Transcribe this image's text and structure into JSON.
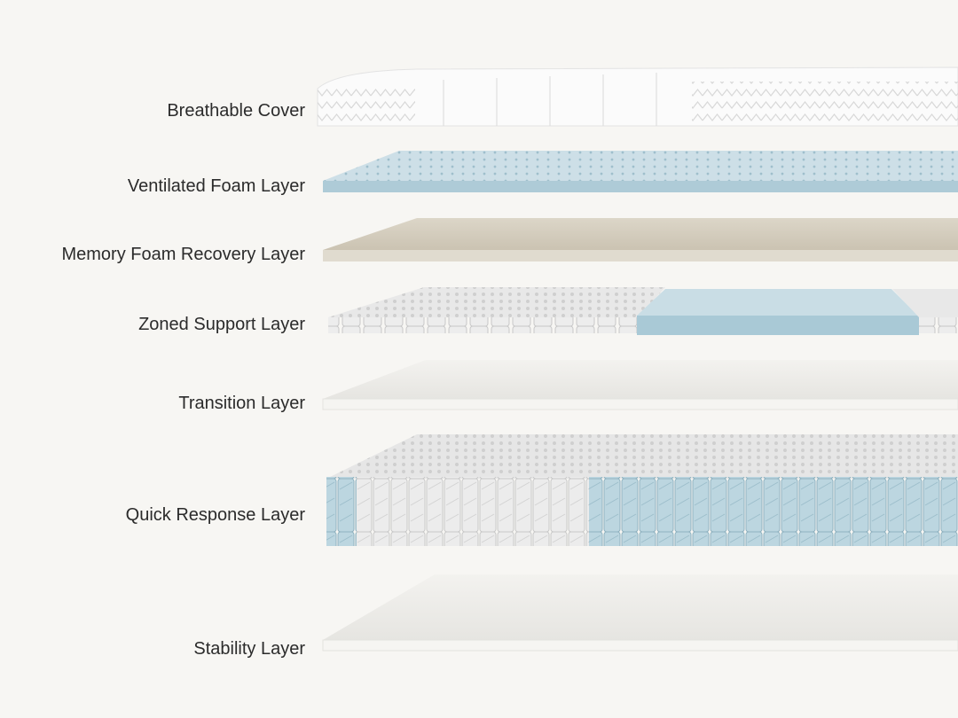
{
  "layers": [
    {
      "label": "Breathable Cover"
    },
    {
      "label": "Ventilated Foam Layer"
    },
    {
      "label": "Memory Foam Recovery Layer"
    },
    {
      "label": "Zoned Support Layer"
    },
    {
      "label": "Transition Layer"
    },
    {
      "label": "Quick Response Layer"
    },
    {
      "label": "Stability Layer"
    }
  ],
  "colors": {
    "background": "#f7f6f3",
    "foam_blue": "#b9d3de",
    "memory_foam_tan": "#d9d3c6",
    "transition_white": "#efeeea",
    "coil_grey": "#e2e2e2",
    "coil_blue": "#a9c9d6"
  }
}
